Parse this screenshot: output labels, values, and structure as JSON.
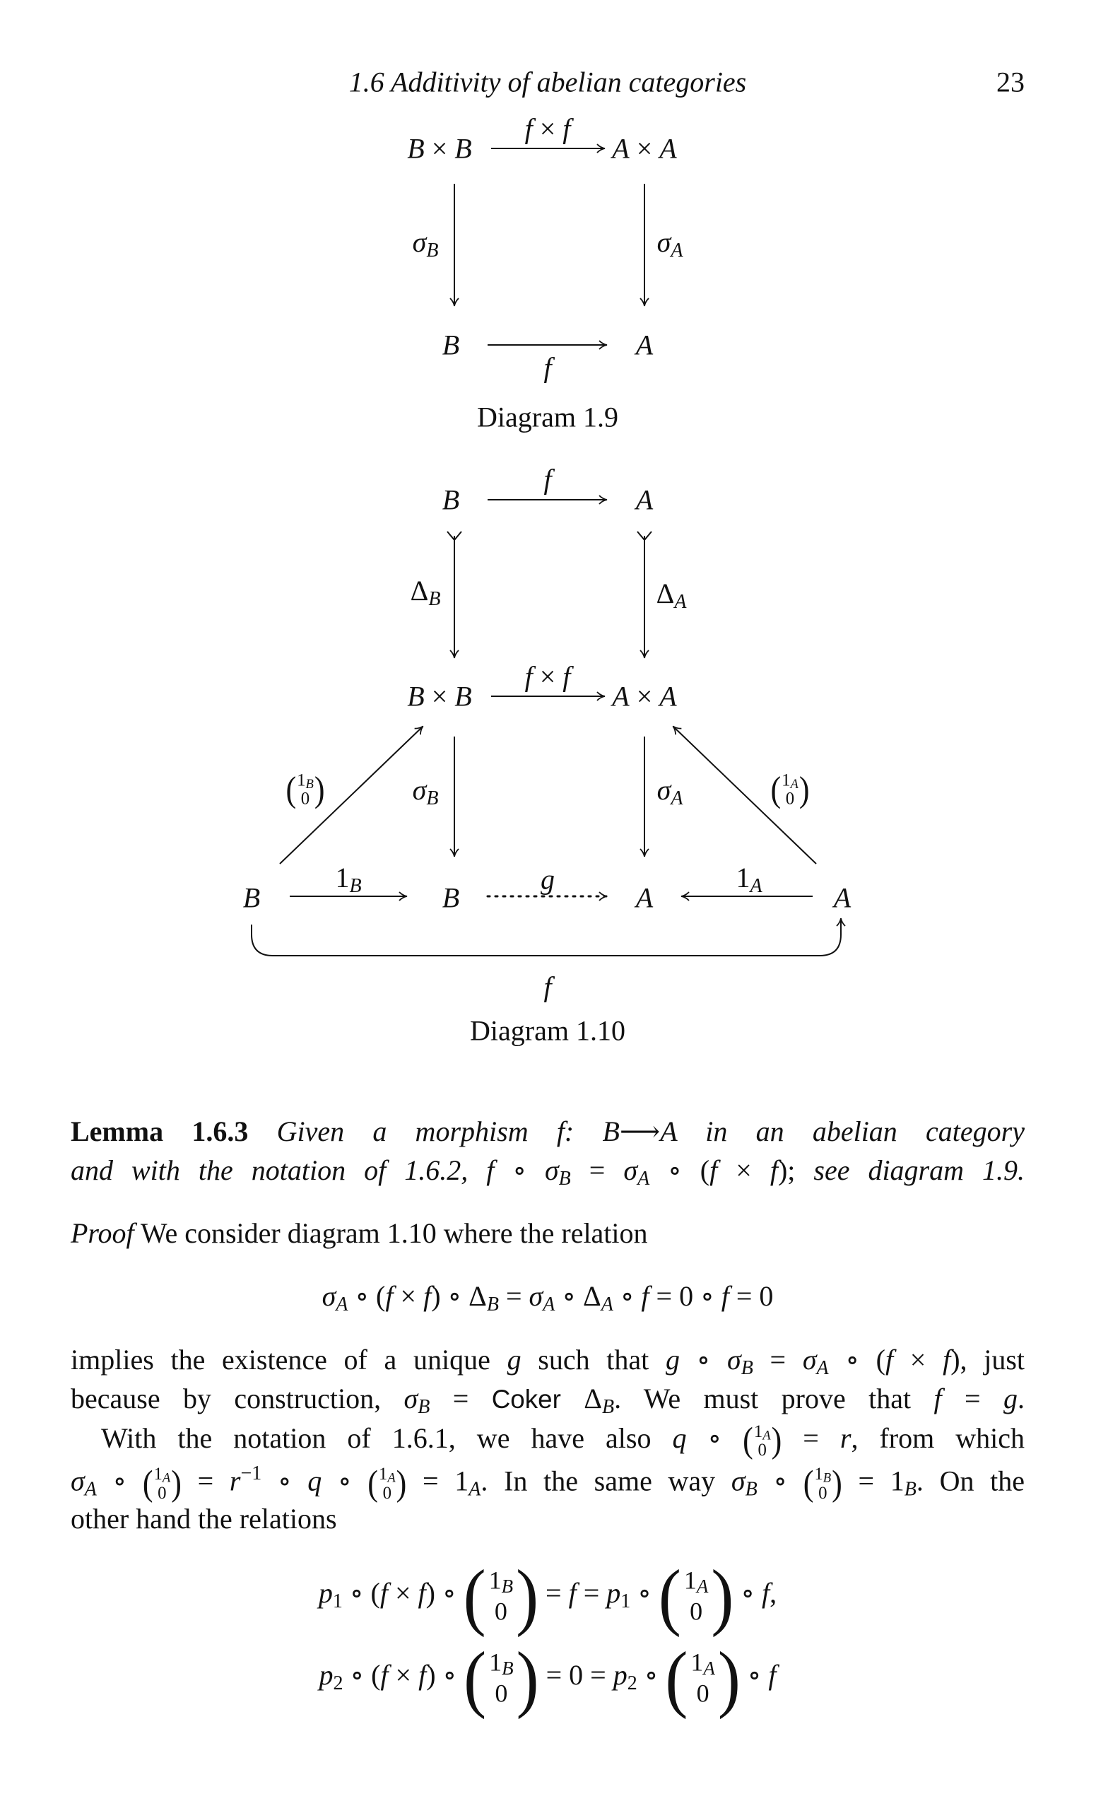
{
  "header": {
    "title": "1.6 Additivity of abelian categories",
    "page": "23"
  },
  "diagram_1_9": {
    "top_left": [
      {
        "i": "B"
      },
      {
        "r": " × "
      },
      {
        "i": "B"
      }
    ],
    "top_right": [
      {
        "i": "A"
      },
      {
        "r": " × "
      },
      {
        "i": "A"
      }
    ],
    "bottom_left": [
      {
        "i": "B"
      }
    ],
    "bottom_right": [
      {
        "i": "A"
      }
    ],
    "top_arrow": [
      {
        "i": "f"
      },
      {
        "r": " × "
      },
      {
        "i": "f"
      }
    ],
    "left_arrow": [
      {
        "i": "σ"
      },
      {
        "s": "B"
      }
    ],
    "right_arrow": [
      {
        "i": "σ"
      },
      {
        "s": "A"
      }
    ],
    "bottom_arrow": [
      {
        "i": "f"
      }
    ],
    "caption": "Diagram 1.9"
  },
  "diagram_1_10": {
    "row1_left": [
      {
        "i": "B"
      }
    ],
    "row1_right": [
      {
        "i": "A"
      }
    ],
    "row1_arrow": [
      {
        "i": "f"
      }
    ],
    "delta_b": [
      {
        "r": "Δ"
      },
      {
        "s": "B"
      }
    ],
    "delta_a": [
      {
        "r": "Δ"
      },
      {
        "s": "A"
      }
    ],
    "row2_left": [
      {
        "i": "B"
      },
      {
        "r": " × "
      },
      {
        "i": "B"
      }
    ],
    "row2_right": [
      {
        "i": "A"
      },
      {
        "r": " × "
      },
      {
        "i": "A"
      }
    ],
    "row2_arrow": [
      {
        "i": "f"
      },
      {
        "r": " × "
      },
      {
        "i": "f"
      }
    ],
    "sigma_b": [
      {
        "i": "σ"
      },
      {
        "s": "B"
      }
    ],
    "sigma_a": [
      {
        "i": "σ"
      },
      {
        "s": "A"
      }
    ],
    "diag_left": [
      {
        "m": {
          "t": "1",
          "ts": "B",
          "b": "0"
        }
      }
    ],
    "diag_right": [
      {
        "m": {
          "t": "1",
          "ts": "A",
          "b": "0"
        }
      }
    ],
    "row3": [
      [
        {
          "i": "B"
        }
      ],
      [
        {
          "i": "B"
        }
      ],
      [
        {
          "i": "A"
        }
      ],
      [
        {
          "i": "A"
        }
      ]
    ],
    "arrow_1b": [
      {
        "r": "1"
      },
      {
        "s": "B"
      }
    ],
    "arrow_g": [
      {
        "i": "g"
      }
    ],
    "arrow_1a": [
      {
        "r": "1"
      },
      {
        "s": "A"
      }
    ],
    "curve_f": [
      {
        "i": "f"
      }
    ],
    "caption": "Diagram 1.10"
  },
  "body": {
    "lines": [
      [
        {
          "b": "Lemma 1.6.3 "
        },
        {
          "i": " Given a morphism f: B⟶A in an abelian category"
        }
      ],
      [
        {
          "i": "and with the notation of 1.6.2, f "
        },
        {
          "r": "∘ "
        },
        {
          "i": "σ"
        },
        {
          "s": "B"
        },
        {
          "r": " = "
        },
        {
          "i": "σ"
        },
        {
          "s": "A"
        },
        {
          "r": " ∘ ("
        },
        {
          "i": "f"
        },
        {
          "r": " × "
        },
        {
          "i": "f"
        },
        {
          "r": "); "
        },
        {
          "i": "see diagram 1.9."
        }
      ],
      [
        {
          "i": "Proof"
        },
        {
          "r": "   We consider diagram 1.10  where the relation"
        }
      ],
      [
        {
          "r": "implies the existence of a unique "
        },
        {
          "i": "g"
        },
        {
          "r": " such that "
        },
        {
          "i": "g"
        },
        {
          "r": " ∘ "
        },
        {
          "i": "σ"
        },
        {
          "s": "B"
        },
        {
          "r": " = "
        },
        {
          "i": "σ"
        },
        {
          "s": "A"
        },
        {
          "r": " ∘ ("
        },
        {
          "i": "f"
        },
        {
          "r": " × "
        },
        {
          "i": "f"
        },
        {
          "r": "), just"
        }
      ],
      [
        {
          "r": "because by construction, "
        },
        {
          "i": "σ"
        },
        {
          "s": "B"
        },
        {
          "r": " = "
        },
        {
          "ss": "Coker"
        },
        {
          "r": " Δ"
        },
        {
          "s": "B"
        },
        {
          "r": ". We must prove that "
        },
        {
          "i": "f"
        },
        {
          "r": " = "
        },
        {
          "i": "g"
        },
        {
          "r": "."
        }
      ],
      [
        {
          "r": "With the notation of 1.6.1, we have also "
        },
        {
          "i": "q"
        },
        {
          "r": " ∘ "
        },
        {
          "m": {
            "t": "1",
            "ts": "A",
            "b": "0"
          }
        },
        {
          "r": " = "
        },
        {
          "i": "r"
        },
        {
          "r": ", from which"
        }
      ],
      [
        {
          "i": "σ"
        },
        {
          "s": "A"
        },
        {
          "r": " ∘ "
        },
        {
          "m": {
            "t": "1",
            "ts": "A",
            "b": "0"
          }
        },
        {
          "r": " = "
        },
        {
          "i": "r"
        },
        {
          "sup": "−1"
        },
        {
          "r": " ∘ "
        },
        {
          "i": "q"
        },
        {
          "r": " ∘ "
        },
        {
          "m": {
            "t": "1",
            "ts": "A",
            "b": "0"
          }
        },
        {
          "r": " = 1"
        },
        {
          "s": "A"
        },
        {
          "r": ". In the same way "
        },
        {
          "i": "σ"
        },
        {
          "s": "B"
        },
        {
          "r": " ∘ "
        },
        {
          "m": {
            "t": "1",
            "ts": "B",
            "b": "0"
          }
        },
        {
          "r": " = 1"
        },
        {
          "s": "B"
        },
        {
          "r": ". On the"
        }
      ],
      [
        {
          "r": "other hand the relations"
        }
      ]
    ],
    "display_1": [
      {
        "i": "σ"
      },
      {
        "s": "A"
      },
      {
        "r": " ∘ ("
      },
      {
        "i": "f"
      },
      {
        "r": " × "
      },
      {
        "i": "f"
      },
      {
        "r": ") ∘ Δ"
      },
      {
        "s": "B"
      },
      {
        "r": " = "
      },
      {
        "i": "σ"
      },
      {
        "s": "A"
      },
      {
        "r": " ∘ Δ"
      },
      {
        "s": "A"
      },
      {
        "r": " ∘ "
      },
      {
        "i": "f"
      },
      {
        "r": " = 0 ∘ "
      },
      {
        "i": "f"
      },
      {
        "r": " = 0"
      }
    ],
    "display_2": [
      {
        "i": "p"
      },
      {
        "sr": "1"
      },
      {
        "r": " ∘ ("
      },
      {
        "i": "f"
      },
      {
        "r": " × "
      },
      {
        "i": "f"
      },
      {
        "r": ") ∘ "
      },
      {
        "M": {
          "t": "1",
          "ts": "B",
          "b": "0"
        }
      },
      {
        "r": " = "
      },
      {
        "i": "f"
      },
      {
        "r": " = "
      },
      {
        "i": "p"
      },
      {
        "sr": "1"
      },
      {
        "r": " ∘ "
      },
      {
        "M": {
          "t": "1",
          "ts": "A",
          "b": "0"
        }
      },
      {
        "r": " ∘ "
      },
      {
        "i": "f"
      },
      {
        "r": ","
      }
    ],
    "display_3": [
      {
        "i": "p"
      },
      {
        "sr": "2"
      },
      {
        "r": " ∘ ("
      },
      {
        "i": "f"
      },
      {
        "r": " × "
      },
      {
        "i": "f"
      },
      {
        "r": ") ∘ "
      },
      {
        "M": {
          "t": "1",
          "ts": "B",
          "b": "0"
        }
      },
      {
        "r": " = 0 = "
      },
      {
        "i": "p"
      },
      {
        "sr": "2"
      },
      {
        "r": " ∘ "
      },
      {
        "M": {
          "t": "1",
          "ts": "A",
          "b": "0"
        }
      },
      {
        "r": " ∘ "
      },
      {
        "i": "f"
      }
    ]
  }
}
